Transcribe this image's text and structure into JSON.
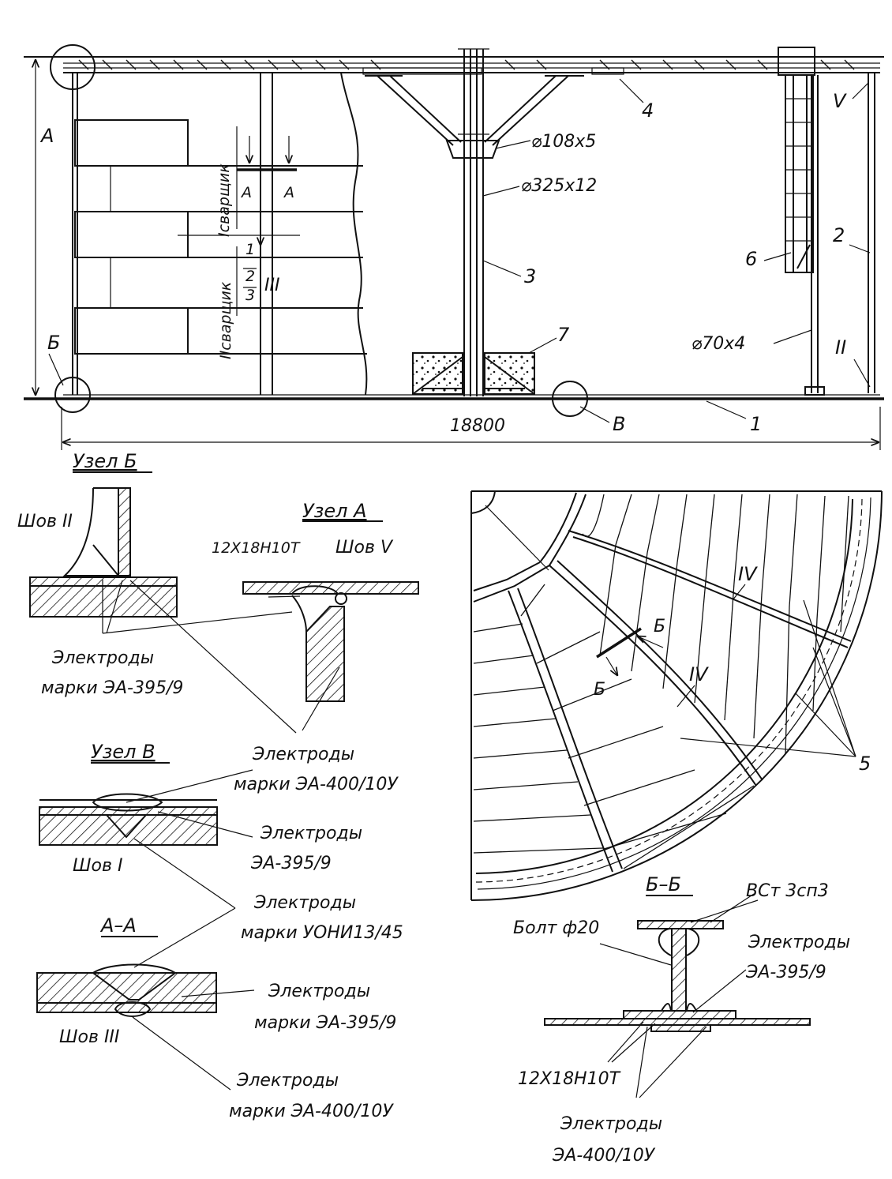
{
  "elevation": {
    "dimension_total": "18800",
    "pipe_column": "⌀325x12",
    "pipe_brace": "⌀108x5",
    "pipe_post": "⌀70x4",
    "node_A": "А",
    "node_B": "Б",
    "node_V": "В",
    "part_1": "1",
    "part_2": "2",
    "part_3": "3",
    "part_4": "4",
    "part_6": "6",
    "part_7": "7",
    "seam_V": "V",
    "seam_II": "II",
    "seam_III": "III",
    "section_A_left": "А",
    "section_A_right": "А",
    "welder_1": "Iсварщик",
    "welder_2": "IIсварщик",
    "step_1": "1",
    "step_2": "2",
    "step_3": "3"
  },
  "node_B_detail": {
    "title": "Узел Б",
    "seam": "Шов II",
    "electrodes_line1": "Электроды",
    "electrodes_line2": "марки ЭА-395/9"
  },
  "node_A_detail": {
    "title": "Узел А",
    "steel": "12Х18Н10Т",
    "seam": "Шов V",
    "electrodes_line1": "Электроды",
    "electrodes_line2": "марки ЭА-400/10У"
  },
  "node_V_detail": {
    "title": "Узел В",
    "seam": "Шов I",
    "electrodes_a_line1": "Электроды",
    "electrodes_a_line2": "ЭА-395/9",
    "electrodes_b_line1": "Электроды",
    "electrodes_b_line2": "марки УОНИ13/45"
  },
  "section_AA": {
    "title": "А–А",
    "seam": "Шов III",
    "electrodes_a_line1": "Электроды",
    "electrodes_a_line2": "марки ЭА-395/9",
    "electrodes_b_line1": "Электроды",
    "electrodes_b_line2": "марки ЭА-400/10У"
  },
  "plan": {
    "seam_IV_outer": "IV",
    "seam_IV_inner": "IV",
    "part_5": "5",
    "cut_B_top": "Б",
    "cut_B_bottom": "Б"
  },
  "section_BB": {
    "title": "Б–Б",
    "steel_top": "ВСт 3сп3",
    "bolt": "Болт ф20",
    "electrodes_a_line1": "Электроды",
    "electrodes_a_line2": "ЭА-395/9",
    "steel_bottom": "12Х18Н10Т",
    "electrodes_b_line1": "Электроды",
    "electrodes_b_line2": "ЭА-400/10У"
  }
}
